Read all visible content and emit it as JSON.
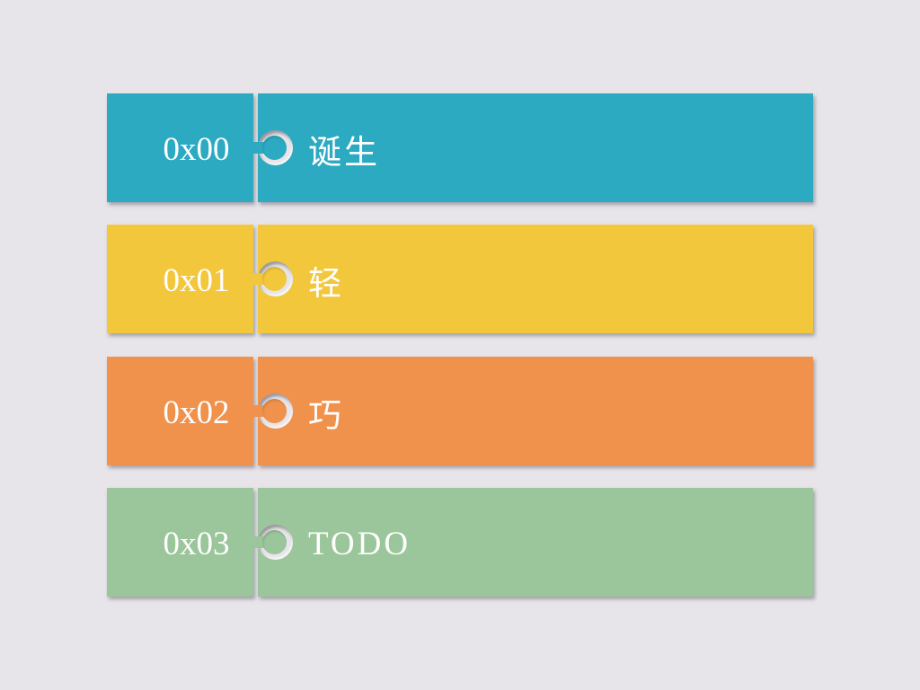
{
  "slide": {
    "background_color": "#E7E5E9",
    "text_color": "#FFFFFF"
  },
  "rows": [
    {
      "label": "0x00",
      "text": "诞生",
      "color": "#2BAAC2"
    },
    {
      "label": "0x01",
      "text": "轻",
      "color": "#F3C73B"
    },
    {
      "label": "0x02",
      "text": "巧",
      "color": "#F0914C"
    },
    {
      "label": "0x03",
      "text": "TODO",
      "color": "#9BC59A"
    }
  ]
}
